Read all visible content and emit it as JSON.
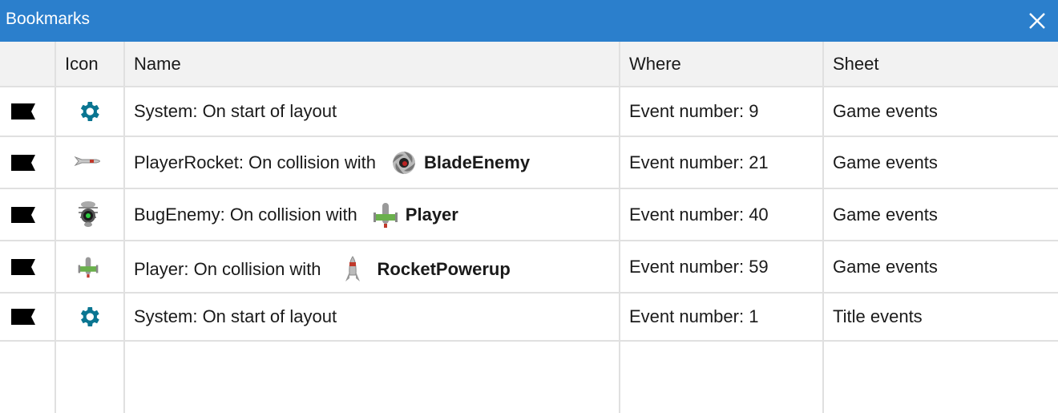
{
  "window": {
    "title": "Bookmarks",
    "close_icon": "close-icon",
    "title_bar_color": "#2b7fcc"
  },
  "table": {
    "columns": [
      "",
      "Icon",
      "Name",
      "Where",
      "Sheet"
    ],
    "rows": [
      {
        "bookmark_icon": "flag-icon",
        "icon": "gear-icon",
        "name": "System: On start of layout",
        "target": "",
        "target_icon": "",
        "where": "Event number: 9",
        "sheet": "Game events"
      },
      {
        "bookmark_icon": "flag-icon",
        "icon": "rocket-icon",
        "name": "PlayerRocket: On collision with",
        "target": "BladeEnemy",
        "target_icon": "blade-enemy-icon",
        "where": "Event number: 21",
        "sheet": "Game events"
      },
      {
        "bookmark_icon": "flag-icon",
        "icon": "bug-enemy-icon",
        "name": "BugEnemy: On collision with",
        "target": "Player",
        "target_icon": "player-ship-icon",
        "where": "Event number: 40",
        "sheet": "Game events"
      },
      {
        "bookmark_icon": "flag-icon",
        "icon": "player-ship-icon",
        "name": "Player: On collision with",
        "target": "RocketPowerup",
        "target_icon": "rocket-powerup-icon",
        "where": "Event number: 59",
        "sheet": "Game events"
      },
      {
        "bookmark_icon": "flag-icon",
        "icon": "gear-icon",
        "name": "System: On start of layout",
        "target": "",
        "target_icon": "",
        "where": "Event number: 1",
        "sheet": "Title events"
      }
    ]
  },
  "colors": {
    "gear": "#0a7591",
    "grid_line": "#e0e0e0",
    "header_bg": "#f2f2f2"
  }
}
